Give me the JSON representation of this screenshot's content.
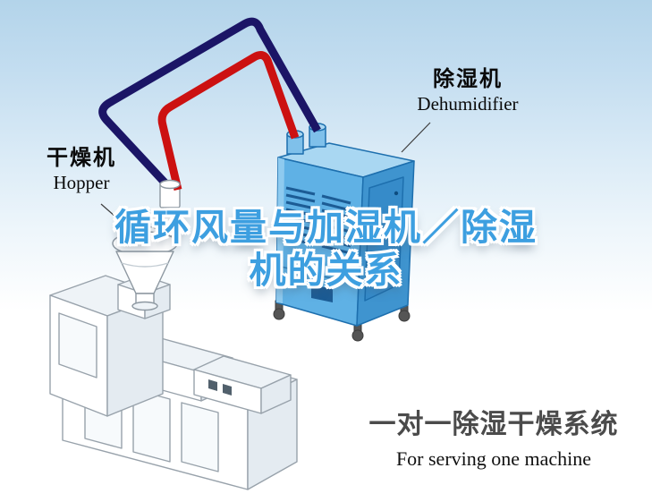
{
  "title": {
    "line1": "循环风量与加湿机／除湿",
    "line2": "机的关系"
  },
  "machine_labels": {
    "hopper": {
      "cn": "干燥机",
      "en": "Hopper"
    },
    "dehumidifier": {
      "cn": "除湿机",
      "en": "Dehumidifier"
    }
  },
  "caption": {
    "cn": "一对一除湿干燥系统",
    "en": "For serving one machine"
  },
  "colors": {
    "title_blue": "#3d9fe0",
    "pipe_red": "#cc1111",
    "pipe_blue": "#1b1566",
    "cabinet_front_blue": "#5fb1e5",
    "cabinet_side_blue": "#3f94cf",
    "cabinet_top_blue": "#a9d7f2",
    "vent_slat_blue": "#1c5c95",
    "background_top": "#b3d4ea",
    "caption_gray": "#4b4b4b"
  },
  "icons": {
    "hopper_unit": "hopper-funnel-illustration",
    "dehumidifier_unit": "dehumidifier-cabinet-illustration",
    "extruder": "extruder-machine-illustration"
  }
}
